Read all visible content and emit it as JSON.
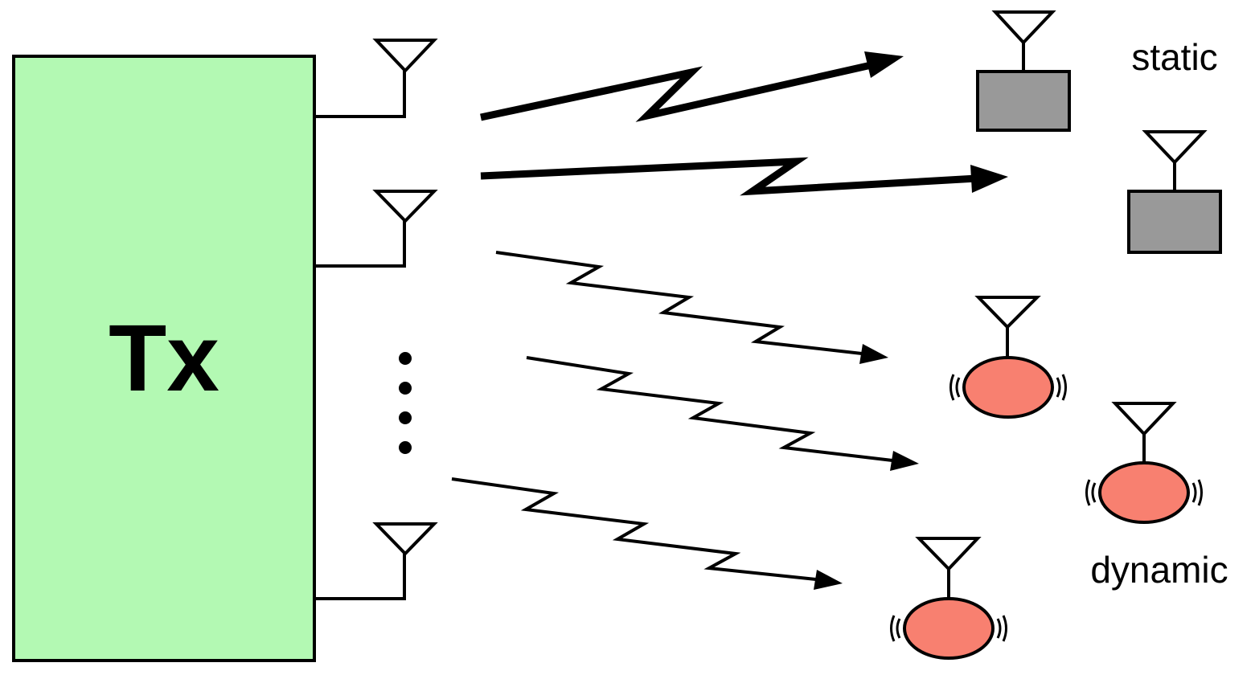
{
  "transmitter": {
    "label": "Tx",
    "fill": "#b3f9b3"
  },
  "labels": {
    "static": "static",
    "dynamic": "dynamic"
  },
  "colors": {
    "static_receiver": "#999999",
    "dynamic_receiver": "#f88070",
    "stroke": "#000000"
  },
  "antenna_count_drawn": 3,
  "static_receiver_count": 2,
  "dynamic_receiver_count": 3
}
